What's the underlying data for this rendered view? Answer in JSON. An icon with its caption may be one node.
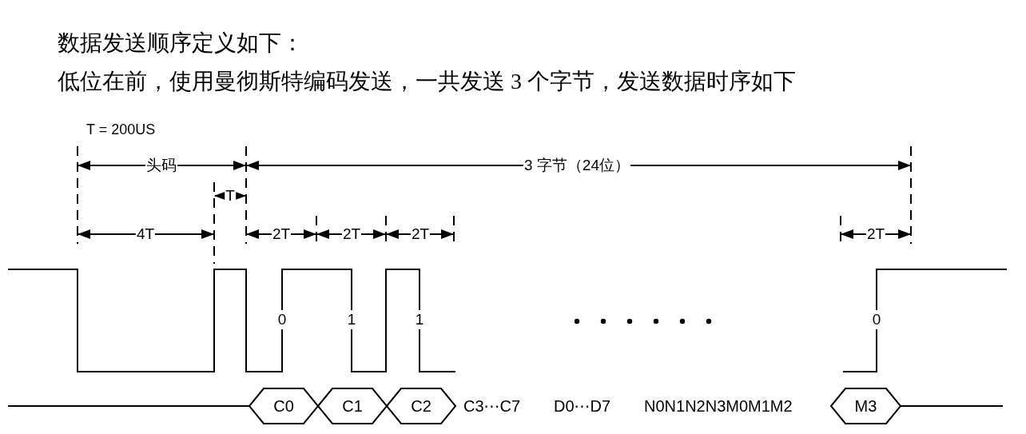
{
  "diagram": {
    "title": "数据发送顺序定义如下：",
    "nodes": [
      {
        "text": [
          "C0"
        ]
      },
      {
        "text": [
          "C1"
        ]
      },
      {
        "text": [
          "C2"
        ]
      },
      {
        "text": [
          "M3"
        ]
      }
    ],
    "labels": [
      "低位在前，使用曼彻斯特编码发送，一共发送 3 个字节，发送数据时序如下",
      "T = 200US",
      "头码",
      "3 字节（24位）",
      "T",
      "4T",
      "2T",
      "2T",
      "2T",
      "2T",
      "0",
      "1",
      "1",
      "0",
      "C3⋯C7",
      "D0⋯D7",
      "N0N1N2N3M0M1M2"
    ]
  }
}
